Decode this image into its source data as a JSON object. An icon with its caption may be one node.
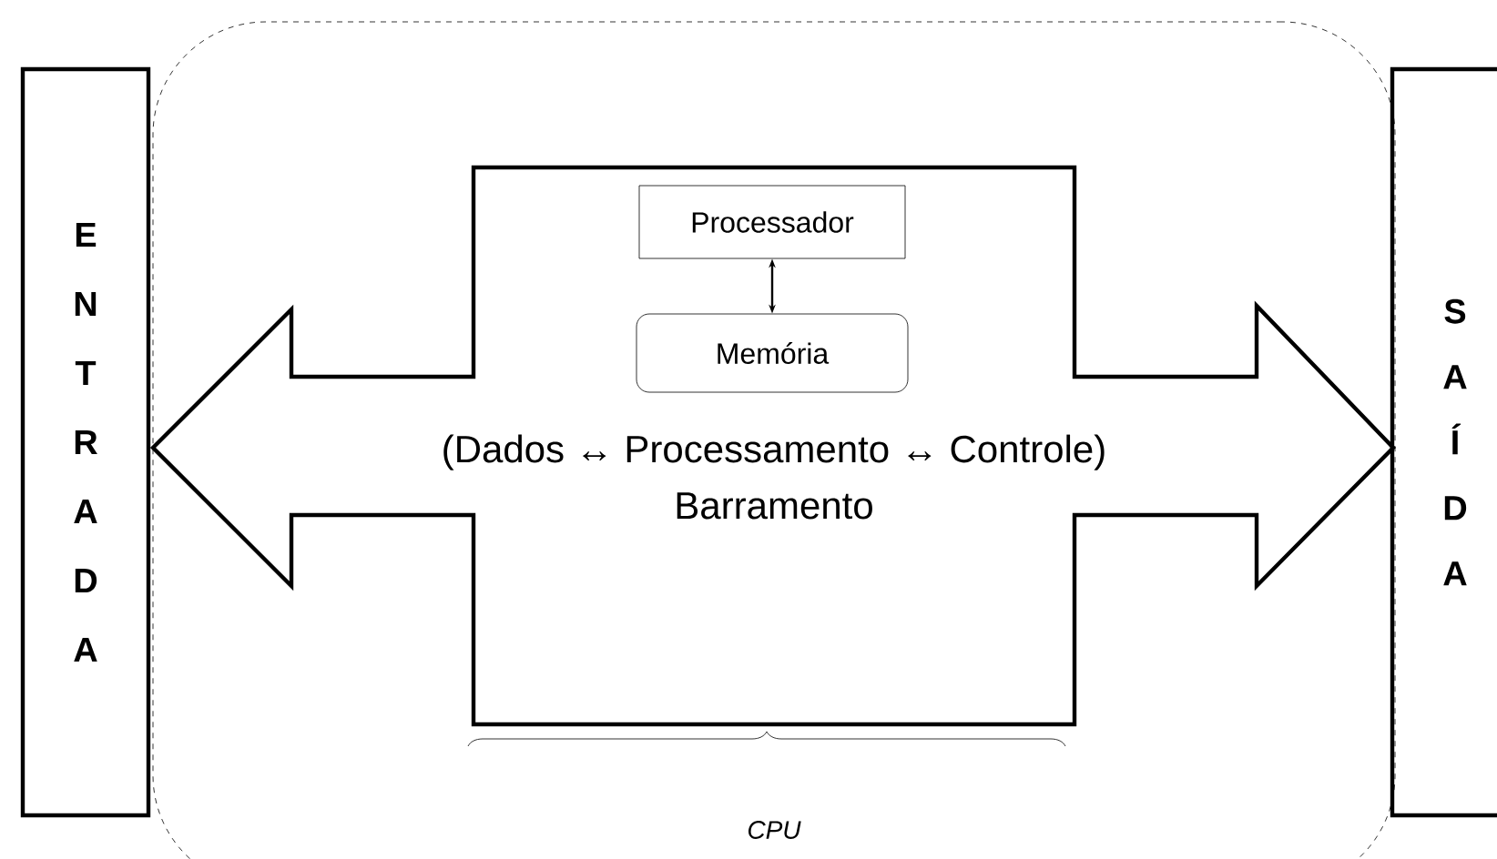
{
  "diagram": {
    "nodes": [
      {
        "text": [],
        "shape": "box"
      },
      {
        "text": [
          "ENTRADA"
        ]
      },
      {
        "text": [
          "(Dados ↔ Processamento ↔ Controle)",
          "Barramento"
        ],
        "in": 0
      },
      {
        "text": [
          "Processador"
        ],
        "in": 2
      },
      {
        "text": [
          "Memória"
        ],
        "in": 2
      },
      {
        "text": [
          "SAÍDA"
        ]
      }
    ],
    "edges": [
      {
        "from": 3,
        "to": 4,
        "arrow": "both"
      }
    ],
    "labels": [
      "CPU"
    ]
  }
}
